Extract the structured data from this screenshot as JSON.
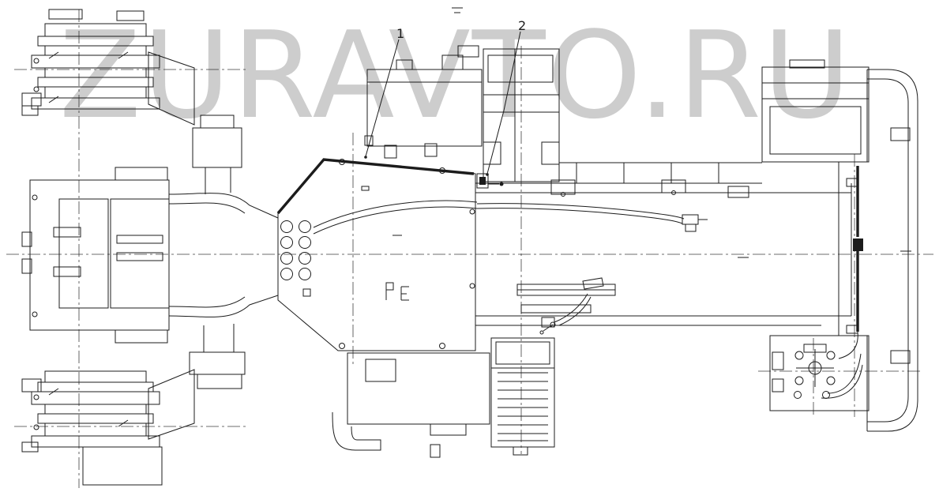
{
  "watermark": "ZURAVTO.RU",
  "callouts": [
    {
      "label": "1"
    },
    {
      "label": "2"
    }
  ],
  "colors": {
    "line": "#1c1c1c",
    "watermark": "#bfbfbf",
    "background": "#ffffff"
  }
}
